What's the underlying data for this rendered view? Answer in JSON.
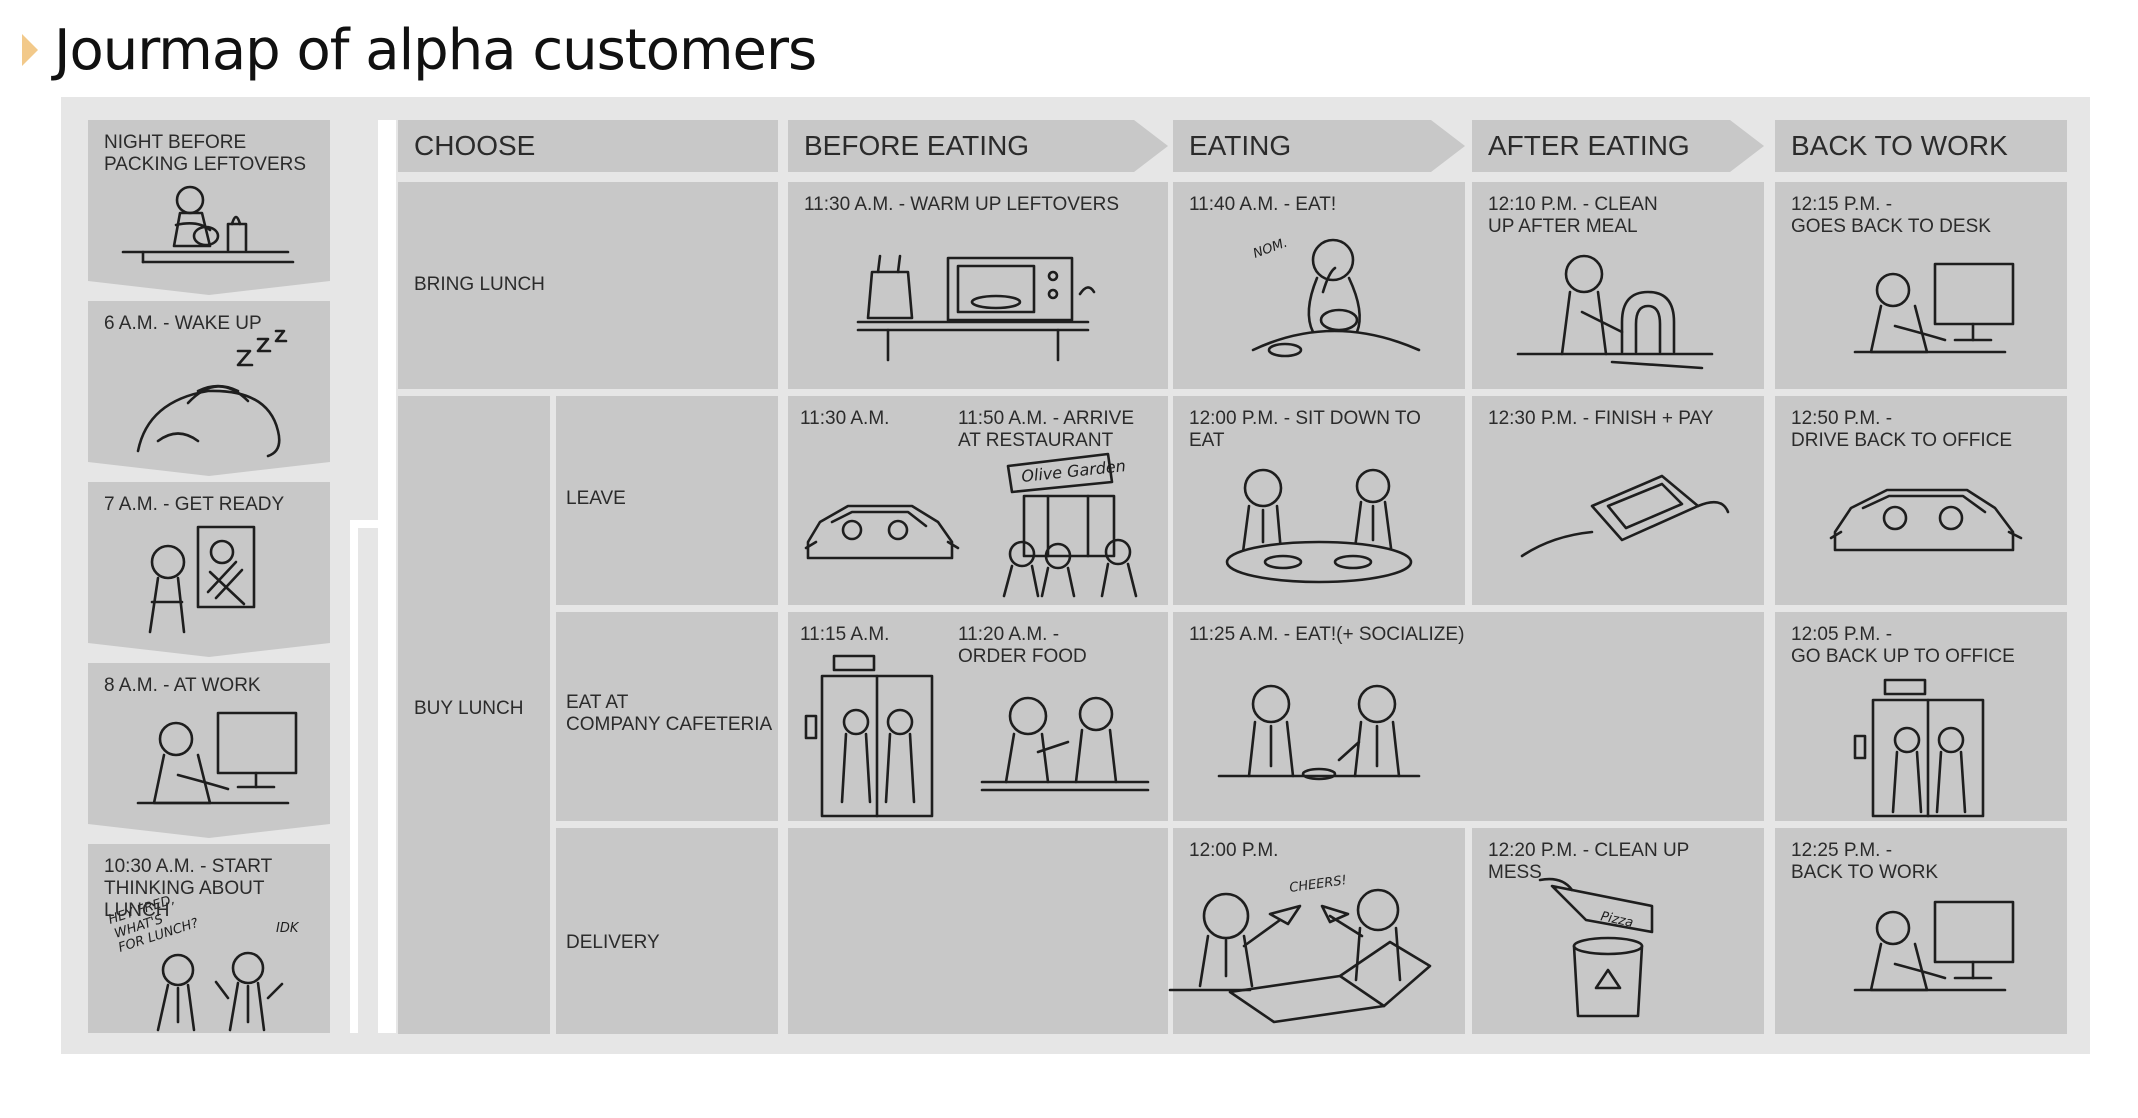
{
  "title": "Jourmap of alpha customers",
  "left_column": [
    {
      "label": "NIGHT BEFORE\nPACKING LEFTOVERS"
    },
    {
      "label": "6 A.M. - WAKE UP"
    },
    {
      "label": "7 A.M. - GET READY"
    },
    {
      "label": "8 A.M. - AT WORK"
    },
    {
      "label": "10:30 A.M. - START\nTHINKING ABOUT LUNCH",
      "sketch_text": [
        "HEY FRED,",
        "WHAT'S",
        "FOR LUNCH?",
        "IDK"
      ]
    }
  ],
  "phases": [
    "CHOOSE",
    "BEFORE EATING",
    "EATING",
    "AFTER EATING",
    "BACK TO WORK"
  ],
  "rows": {
    "bring_lunch": "BRING LUNCH",
    "buy_lunch": "BUY LUNCH",
    "leave": "LEAVE",
    "cafeteria": "EAT AT\nCOMPANY CAFETERIA",
    "delivery": "DELIVERY"
  },
  "cells": {
    "bring_before": "11:30 A.M. - WARM UP LEFTOVERS",
    "bring_eating": "11:40 A.M. - EAT!",
    "bring_eating_sfx": "NOM.",
    "bring_after": "12:10 P.M. - CLEAN\nUP AFTER MEAL",
    "bring_back": "12:15 P.M. -\nGOES BACK TO DESK",
    "leave_before_a": "11:30 A.M.",
    "leave_before_b": "11:50 A.M. - ARRIVE\nAT RESTAURANT",
    "leave_sign": "Olive Garden",
    "leave_eating": "12:00 P.M. - SIT DOWN TO EAT",
    "leave_after": "12:30 P.M. - FINISH + PAY",
    "leave_back": "12:50 P.M. -\nDRIVE BACK TO OFFICE",
    "caf_before_a": "11:15 A.M.",
    "caf_before_b": "11:20 A.M. -\nORDER FOOD",
    "caf_eating": "11:25 A.M. - EAT!(+ SOCIALIZE)",
    "caf_back": "12:05 P.M. -\nGO BACK UP TO OFFICE",
    "del_eating": "12:00 P.M.",
    "del_sfx": "CHEERS!",
    "del_after": "12:20 P.M. - CLEAN UP MESS",
    "del_box": "Pizza",
    "del_back": "12:25 P.M. -\nBACK TO WORK"
  }
}
